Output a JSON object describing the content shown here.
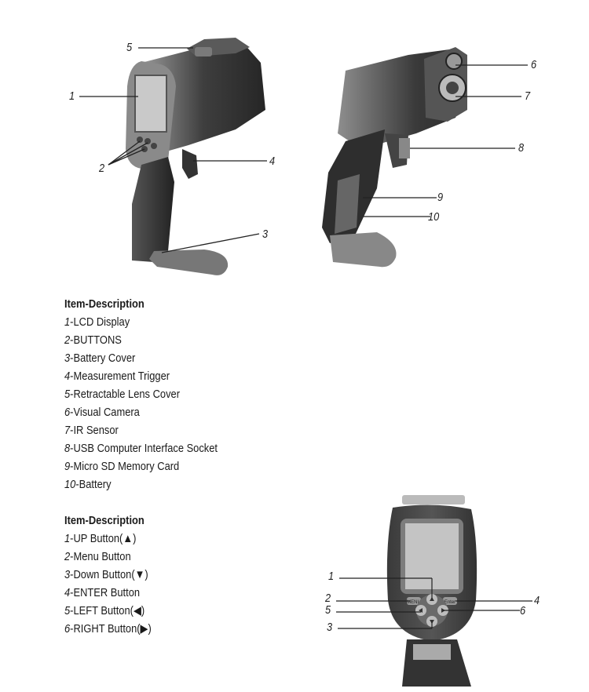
{
  "figure1": {
    "callouts": [
      "5",
      "1",
      "2",
      "4",
      "3"
    ]
  },
  "figure2": {
    "callouts": [
      "6",
      "7",
      "8",
      "9",
      "10"
    ]
  },
  "section1": {
    "header": "Item-Description",
    "items": [
      {
        "num": "1",
        "text": "-LCD Display"
      },
      {
        "num": "2",
        "text": "-BUTTONS"
      },
      {
        "num": "3",
        "text": "-Battery Cover"
      },
      {
        "num": "4",
        "text": "-Measurement Trigger"
      },
      {
        "num": "5",
        "text": "-Retractable Lens Cover"
      },
      {
        "num": "6",
        "text": "-Visual Camera"
      },
      {
        "num": "7",
        "text": "-IR Sensor"
      },
      {
        "num": "8",
        "text": "-USB Computer Interface Socket"
      },
      {
        "num": "9",
        "text": "-Micro SD Memory Card"
      },
      {
        "num": "10",
        "text": "-Battery"
      }
    ]
  },
  "section2": {
    "header": "Item-Description",
    "items": [
      {
        "num": "1",
        "text": "-UP Button(▲)"
      },
      {
        "num": "2",
        "text": "-Menu Button"
      },
      {
        "num": "3",
        "text": "-Down Button(▼)"
      },
      {
        "num": "4",
        "text": "-ENTER Button"
      },
      {
        "num": "5",
        "text": "-LEFT Button(◀)"
      },
      {
        "num": "6",
        "text": "-RIGHT Button(▶)"
      }
    ]
  },
  "figure3": {
    "callouts": [
      "1",
      "2",
      "5",
      "3",
      "4",
      "6"
    ],
    "button_labels": {
      "menu": "MENU",
      "enter": "Enter"
    }
  }
}
